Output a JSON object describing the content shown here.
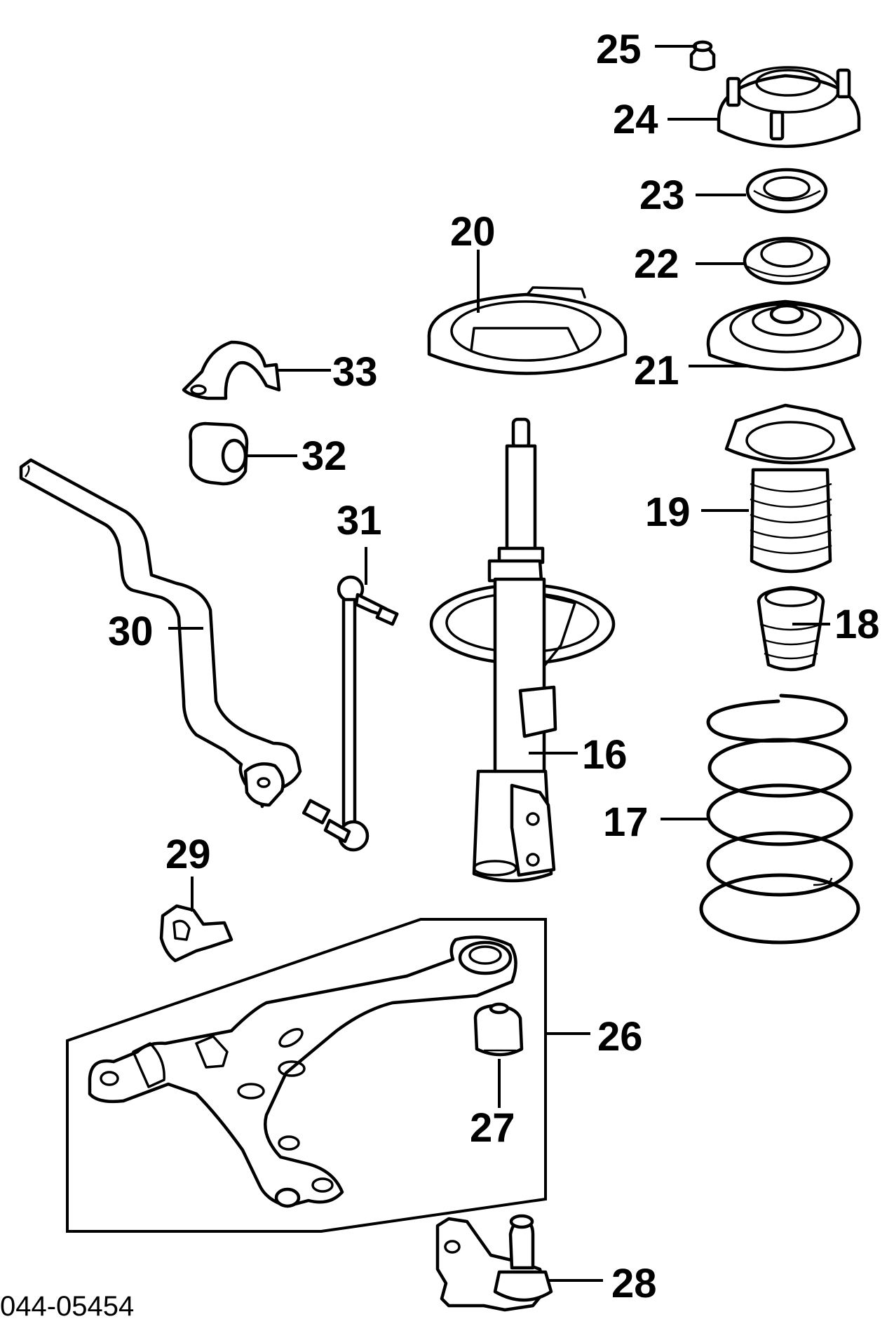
{
  "document_number": "044-05454",
  "callouts": {
    "c16": "16",
    "c17": "17",
    "c18": "18",
    "c19": "19",
    "c20": "20",
    "c21": "21",
    "c22": "22",
    "c23": "23",
    "c24": "24",
    "c25": "25",
    "c26": "26",
    "c27": "27",
    "c28": "28",
    "c29": "29",
    "c30": "30",
    "c31": "31",
    "c32": "32",
    "c33": "33"
  }
}
